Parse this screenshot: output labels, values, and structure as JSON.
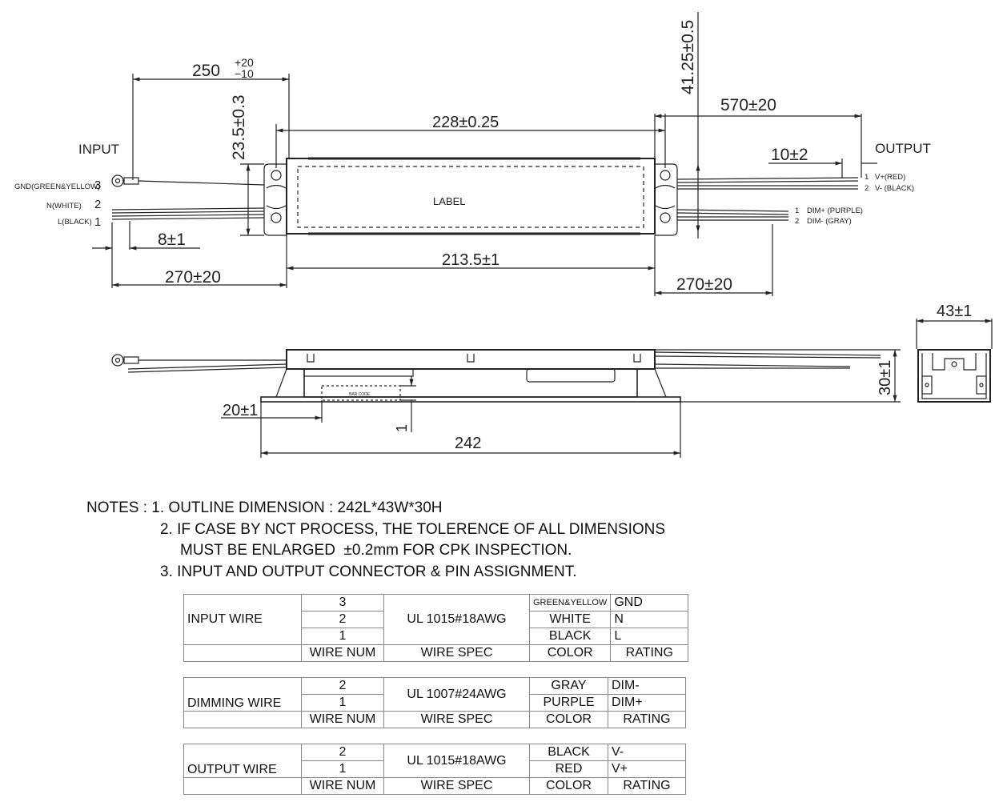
{
  "drawing": {
    "dims": {
      "d250": "250",
      "d250_tol_plus": "+20",
      "d250_tol_minus": "−10",
      "d23_5": "23.5±0.3",
      "d228": "228±0.25",
      "d41_25": "41.25±0.5",
      "d570": "570±20",
      "d10": "10±2",
      "d8": "8±1",
      "d270_left": "270±20",
      "d213_5": "213.5±1",
      "d270_right": "270±20",
      "d43": "43±1",
      "d30": "30±1",
      "d20": "20±1",
      "d1": "1",
      "d242": "242"
    },
    "labels": {
      "input": "INPUT",
      "output": "OUTPUT",
      "label_area": "LABEL",
      "barcode": "BAR CODE",
      "gnd_wire": "GND(GREEN&YELLOW)",
      "gnd_num": "3",
      "n_wire": "N(WHITE)",
      "n_num": "2",
      "l_wire": "L(BLACK)",
      "l_num": "1",
      "out1_num": "1",
      "out1": "V+(RED)",
      "out2_num": "2",
      "out2": "V- (BLACK)",
      "dim1_num": "1",
      "dim1": "DIM+ (PURPLE)",
      "dim2_num": "2",
      "dim2": "DIM- (GRAY)"
    }
  },
  "notes": {
    "line1": "NOTES : 1. OUTLINE DIMENSION : 242L*43W*30H",
    "line2": "2. IF CASE BY NCT PROCESS, THE TOLERENCE OF ALL DIMENSIONS",
    "line3": "MUST BE ENLARGED  ±0.2mm FOR CPK INSPECTION.",
    "line4": "3. INPUT AND OUTPUT CONNECTOR & PIN ASSIGNMENT."
  },
  "tables": {
    "input": {
      "name": "INPUT WIRE",
      "spec": "UL 1015#18AWG",
      "rows": [
        {
          "num": "3",
          "color": "GREEN&YELLOW",
          "rating": "GND"
        },
        {
          "num": "2",
          "color": "WHITE",
          "rating": "N"
        },
        {
          "num": "1",
          "color": "BLACK",
          "rating": "L"
        }
      ],
      "header": {
        "num": "WIRE NUM",
        "spec": "WIRE SPEC",
        "color": "COLOR",
        "rating": "RATING"
      }
    },
    "dimming": {
      "name": "DIMMING WIRE",
      "spec": "UL 1007#24AWG",
      "rows": [
        {
          "num": "2",
          "color": "GRAY",
          "rating": "DIM-"
        },
        {
          "num": "1",
          "color": "PURPLE",
          "rating": "DIM+"
        }
      ],
      "header": {
        "num": "WIRE NUM",
        "spec": "WIRE SPEC",
        "color": "COLOR",
        "rating": "RATING"
      }
    },
    "output": {
      "name": "OUTPUT WIRE",
      "spec": "UL 1015#18AWG",
      "rows": [
        {
          "num": "2",
          "color": "BLACK",
          "rating": "V-"
        },
        {
          "num": "1",
          "color": "RED",
          "rating": "V+"
        }
      ],
      "header": {
        "num": "WIRE NUM",
        "spec": "WIRE SPEC",
        "color": "COLOR",
        "rating": "RATING"
      }
    }
  }
}
